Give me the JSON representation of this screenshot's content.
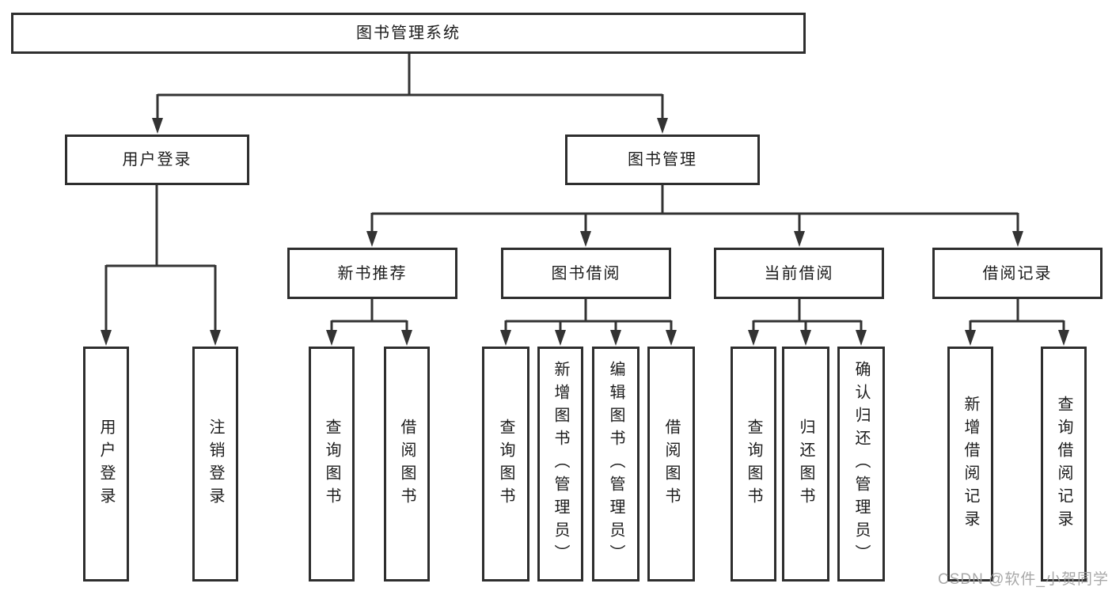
{
  "diagram": {
    "title": "图书管理系统",
    "nodes": {
      "root": "图书管理系统",
      "user_login": "用户登录",
      "book_management": "图书管理",
      "new_book_recommend": "新书推荐",
      "book_borrow": "图书借阅",
      "current_borrow": "当前借阅",
      "borrow_records": "借阅记录",
      "leaf_user_login": "用户登录",
      "leaf_logout": "注销登录",
      "leaf_query_books_1": "查询图书",
      "leaf_borrow_books_1": "借阅图书",
      "leaf_query_books_2": "查询图书",
      "leaf_add_books": "新增图书（管理员）",
      "leaf_edit_books": "编辑图书（管理员）",
      "leaf_borrow_books_2": "借阅图书",
      "leaf_query_books_3": "查询图书",
      "leaf_return_books": "归还图书",
      "leaf_confirm_return": "确认归还（管理员）",
      "leaf_add_borrow_record": "新增借阅记录",
      "leaf_query_borrow_record": "查询借阅记录"
    },
    "hierarchy": {
      "图书管理系统": {
        "用户登录": [
          "用户登录",
          "注销登录"
        ],
        "图书管理": {
          "新书推荐": [
            "查询图书",
            "借阅图书"
          ],
          "图书借阅": [
            "查询图书",
            "新增图书（管理员）",
            "编辑图书（管理员）",
            "借阅图书"
          ],
          "当前借阅": [
            "查询图书",
            "归还图书",
            "确认归还（管理员）"
          ],
          "借阅记录": [
            "新增借阅记录",
            "查询借阅记录"
          ]
        }
      }
    }
  },
  "watermark": {
    "text": "CSDN @软件_小贺同学"
  },
  "colors": {
    "line": "#333333",
    "box_border": "#2e2e2e",
    "text": "#1c1c1c",
    "background": "#ffffff",
    "watermark": "#9e9e9e"
  }
}
